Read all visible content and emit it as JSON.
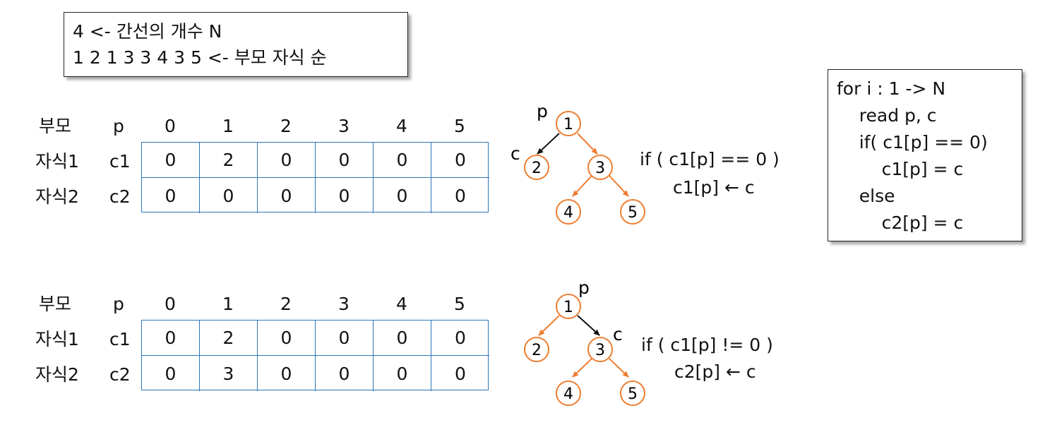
{
  "input_box": {
    "line1": "4 <- 간선의 개수 N",
    "line2": "1 2 1 3 3 4 3 5 <- 부모 자식 순"
  },
  "code_box": {
    "lines": [
      "for i : 1 -> N",
      "    read p, c",
      "    if( c1[p] == 0)",
      "        c1[p] = c",
      "    else",
      "        c2[p] = c"
    ]
  },
  "labels": {
    "parent": "부모",
    "child1": "자식1",
    "child2": "자식2",
    "p": "p",
    "c1": "c1",
    "c2": "c2"
  },
  "headers": [
    "0",
    "1",
    "2",
    "3",
    "4",
    "5"
  ],
  "panels": [
    {
      "c1": [
        "0",
        "2",
        "0",
        "0",
        "0",
        "0"
      ],
      "c2": [
        "0",
        "0",
        "0",
        "0",
        "0",
        "0"
      ],
      "tree": {
        "nodes": [
          "1",
          "2",
          "3",
          "4",
          "5"
        ],
        "pointer_p": "p",
        "pointer_c": "c",
        "highlight_edge": "1-2"
      },
      "condition": "if ( c1[p] == 0 )",
      "assignment": "c1[p] ← c"
    },
    {
      "c1": [
        "0",
        "2",
        "0",
        "0",
        "0",
        "0"
      ],
      "c2": [
        "0",
        "3",
        "0",
        "0",
        "0",
        "0"
      ],
      "tree": {
        "nodes": [
          "1",
          "2",
          "3",
          "4",
          "5"
        ],
        "pointer_p": "p",
        "pointer_c": "c",
        "highlight_edge": "1-3"
      },
      "condition": "if ( c1[p] != 0 )",
      "assignment": "c2[p] ← c"
    }
  ],
  "colors": {
    "node": "#ed7d31",
    "highlight": "#111111",
    "table_border": "#2e75b6"
  }
}
